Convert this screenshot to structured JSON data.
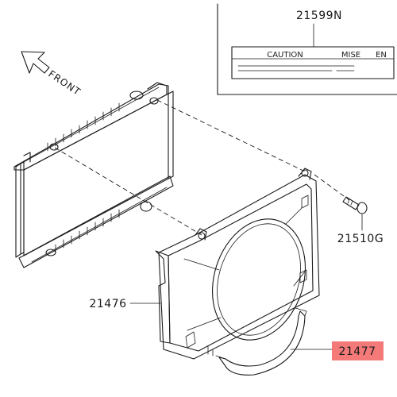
{
  "diagram": {
    "front_label": "FRONT",
    "callouts": [
      {
        "id": "21599N",
        "highlighted": false
      },
      {
        "id": "21510G",
        "highlighted": false
      },
      {
        "id": "21476",
        "highlighted": false
      },
      {
        "id": "21477",
        "highlighted": true
      }
    ],
    "caution_label": {
      "left_text": "CAUTION",
      "middle_text": "MISE",
      "right_text": "EN"
    },
    "highlight_color": "#f47a7a"
  }
}
